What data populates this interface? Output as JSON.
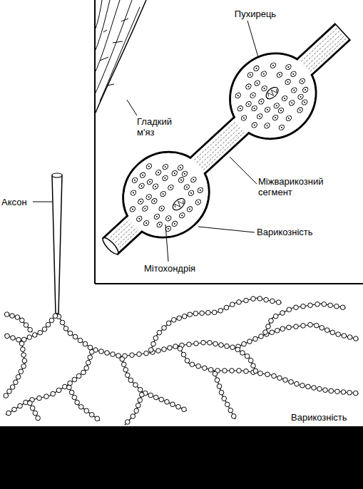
{
  "diagram": {
    "labels": [
      "Пухирець",
      "Гладкий м'яз",
      "Міжварикозний сегмент",
      "Аксон",
      "Варикозність",
      "Мітохондрія",
      "Варикозність"
    ]
  }
}
